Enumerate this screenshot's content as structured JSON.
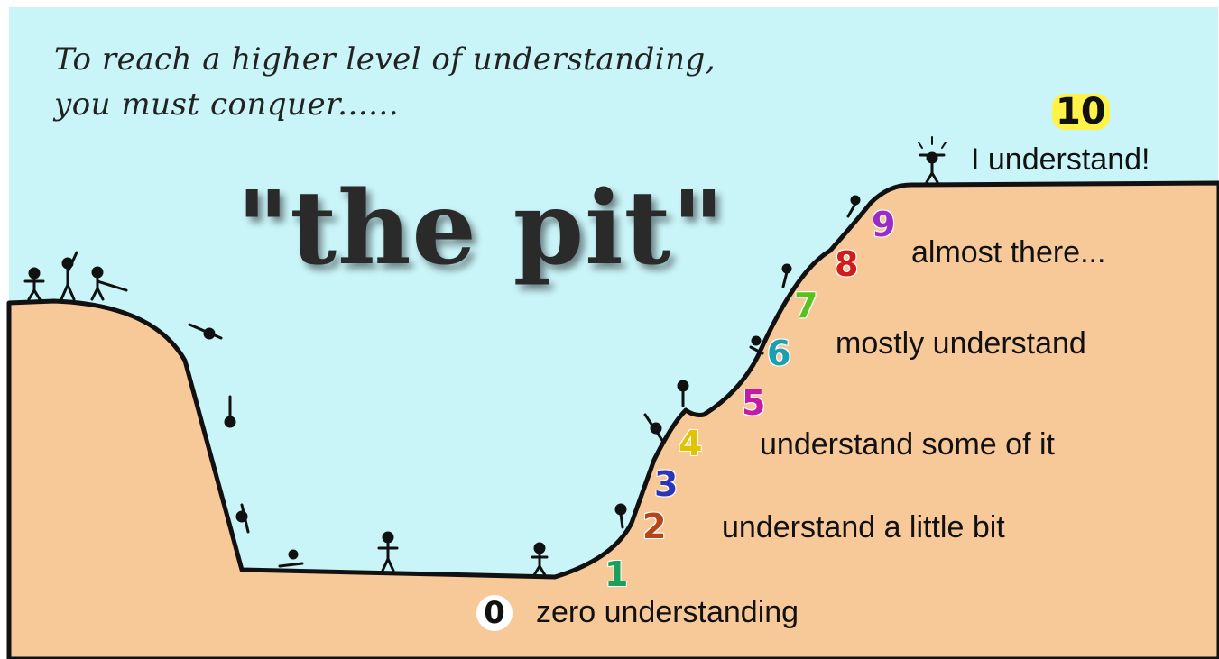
{
  "intro": {
    "line1": "To reach a higher level of understanding,",
    "line2": "you must conquer......"
  },
  "title": "\"the pit\"",
  "levels": [
    {
      "number": "0",
      "label": "zero understanding",
      "color": "#111111"
    },
    {
      "number": "1",
      "color": "#1aa05a"
    },
    {
      "number": "2",
      "label": "understand a little bit",
      "color": "#b5451b"
    },
    {
      "number": "3",
      "color": "#2a35b8"
    },
    {
      "number": "4",
      "label": "understand some of it",
      "color": "#e0c400"
    },
    {
      "number": "5",
      "color": "#c21ca6"
    },
    {
      "number": "6",
      "label": "mostly understand",
      "color": "#1b9fb2"
    },
    {
      "number": "7",
      "color": "#58c21d"
    },
    {
      "number": "8",
      "label": "almost there...",
      "color": "#d21b1b"
    },
    {
      "number": "9",
      "color": "#9a2bc4"
    },
    {
      "number": "10",
      "label": "I understand!",
      "color": "#111111"
    }
  ],
  "colors": {
    "sky": "#c9f4f8",
    "ground": "#f7c898",
    "outline": "#111111",
    "highlight": "#fff34a"
  }
}
